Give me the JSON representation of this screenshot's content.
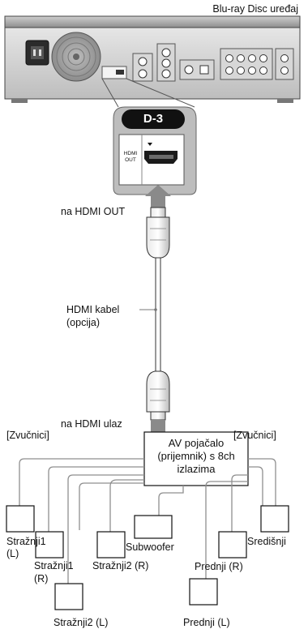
{
  "device": {
    "label": "Blu-ray Disc uređaj",
    "connector_badge": "D-3",
    "port_label_line1": "HDMI",
    "port_label_line2": "OUT"
  },
  "cable": {
    "top_label": "na HDMI OUT",
    "label_line1": "HDMI kabel",
    "label_line2": "(opcija)",
    "bottom_label": "na HDMI ulaz"
  },
  "amplifier": {
    "line1": "AV pojačalo",
    "line2": "(prijemnik) s 8ch",
    "line3": "izlazima"
  },
  "speaker_groups": {
    "left": "[Zvučnici]",
    "right": "[Zvučnici]"
  },
  "speakers": {
    "rear1_l": "Stražnji1",
    "rear1_l_side": "(L)",
    "rear1_r": "Stražnji1",
    "rear1_r_side": "(R)",
    "rear2_r": "Stražnji2 (R)",
    "rear2_l": "Stražnji2 (L)",
    "subwoofer": "Subwoofer",
    "front_r": "Prednji (R)",
    "front_l": "Prednji (L)",
    "center": "Središnji"
  }
}
